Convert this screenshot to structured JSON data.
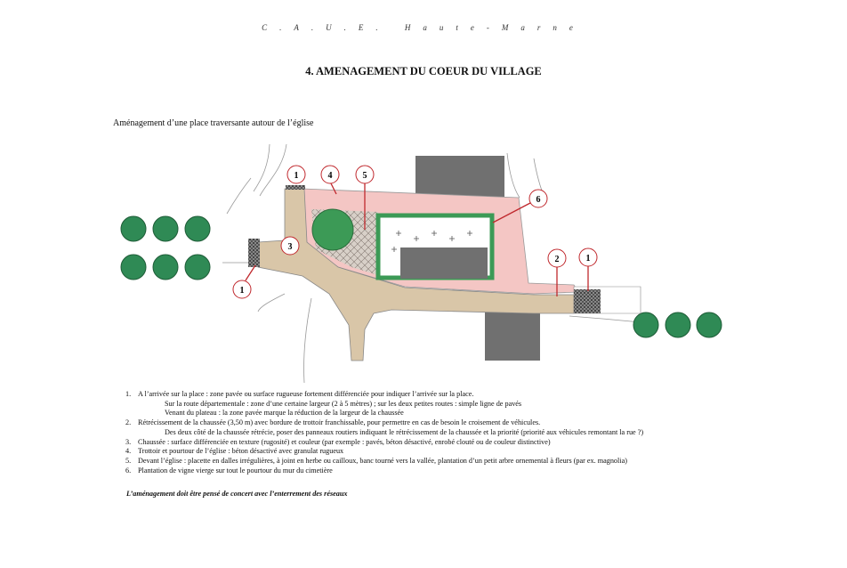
{
  "header": "C.A.U.E. Haute-Marne",
  "title": "4.  AMENAGEMENT DU COEUR DU VILLAGE",
  "subtitle": "Aménagement d’une place traversante autour de l’église",
  "plan": {
    "markers": [
      "1",
      "1",
      "2",
      "1",
      "3",
      "4",
      "5",
      "6"
    ]
  },
  "notes": {
    "n1": "1.",
    "n1_text": "A l’arrivée sur la place : zone pavée ou surface rugueuse fortement différenciée pour indiquer l’arrivée sur la place.",
    "n1_sub1": "Sur la route départementale : zone d’une certaine largeur (2 à 5 mètres) ; sur les deux petites routes : simple ligne de pavés",
    "n1_sub2": "Venant du plateau : la zone pavée marque la réduction de la largeur de la chaussée",
    "n2": "2.",
    "n2_text": "Rétrécissement de la chaussée (3,50 m) avec bordure de trottoir franchissable, pour permettre en cas de besoin le croisement de véhicules.",
    "n2_sub1": "Des deux côté de la chaussée rétrécie, poser des panneaux routiers indiquant le rétrécissement de la chaussée et la priorité (priorité aux véhicules remontant la rue ?)",
    "n3": "3.",
    "n3_text": "Chaussée : surface différenciée en texture (rugosité) et couleur (par exemple : pavés, béton désactivé, enrobé clouté ou de couleur distinctive)",
    "n4": "4.",
    "n4_text": "Trottoir et pourtour de l’église : béton désactivé avec granulat rugueux",
    "n5": "5.",
    "n5_text": "Devant l’église : placette en dalles irrégulières, à joint en herbe ou cailloux,  banc tourné vers la vallée, plantation d’un petit arbre ornemental à fleurs (par ex. magnolia)",
    "n6": "6.",
    "n6_text": "Plantation de vigne vierge sur tout le pourtour du mur du cimetière"
  },
  "final_note": "L’aménagement doit être pensé de concert avec l’enterrement des réseaux",
  "colors": {
    "sidewalk": "#f4c6c4",
    "road": "#d9c6a8",
    "tree": "#2f8a55",
    "building": "#707070",
    "hedge": "#3c9a56",
    "marker": "#c0282d"
  }
}
